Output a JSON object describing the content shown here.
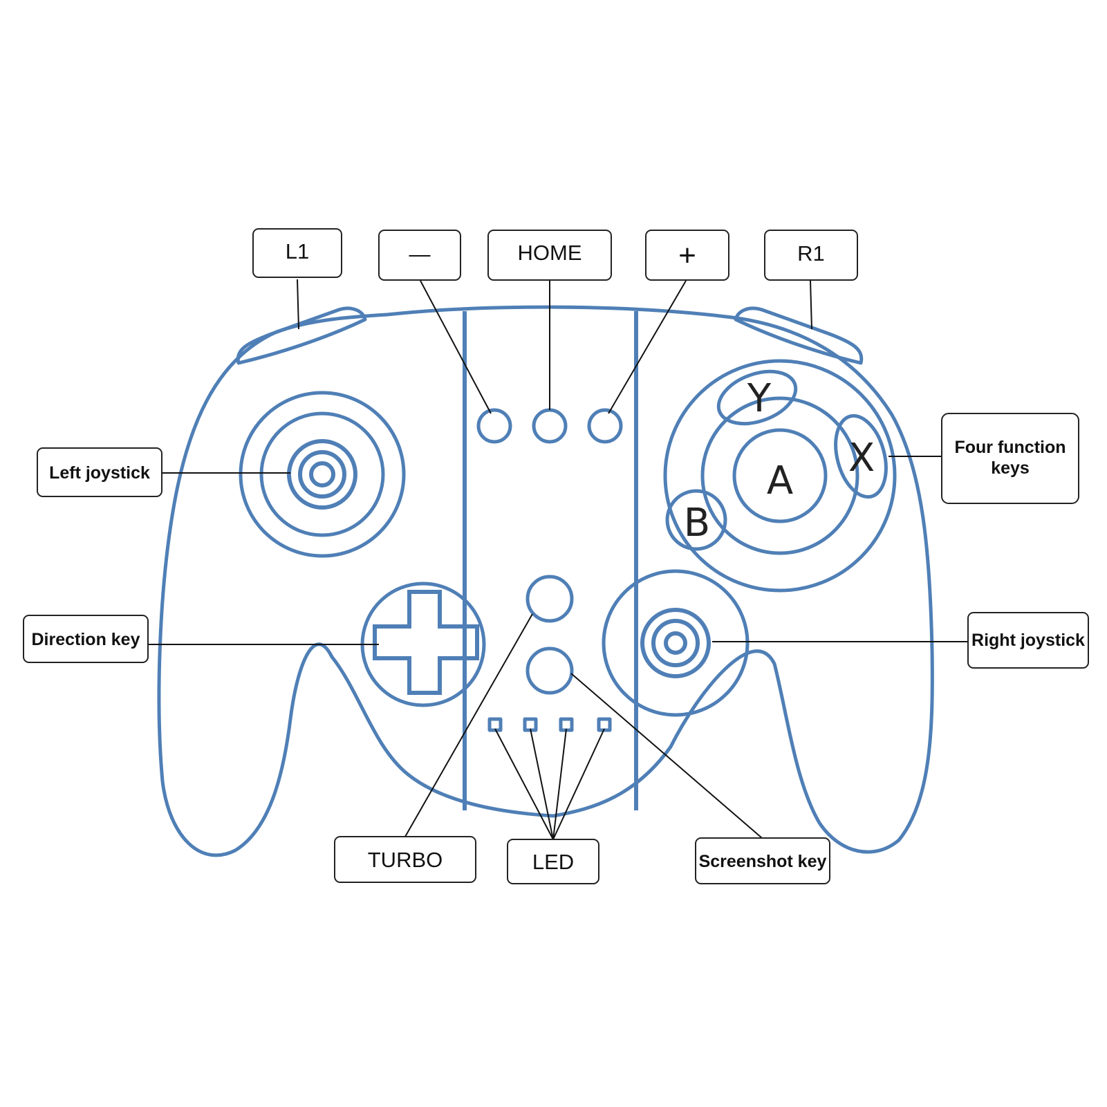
{
  "colors": {
    "outline": "#4f7fb6",
    "leader": "#111111",
    "box_border": "#222222"
  },
  "buttons": {
    "y": "Y",
    "x": "X",
    "a": "A",
    "b": "B"
  },
  "labels": {
    "l1": "L1",
    "minus": "—",
    "home": "HOME",
    "plus": "+",
    "r1": "R1",
    "left_joystick": "Left joystick",
    "four_function_line1": "Four function",
    "four_function_line2": "keys",
    "direction_key": "Direction key",
    "right_joystick": "Right joystick",
    "turbo": "TURBO",
    "led": "LED",
    "screenshot_key": "Screenshot key"
  }
}
